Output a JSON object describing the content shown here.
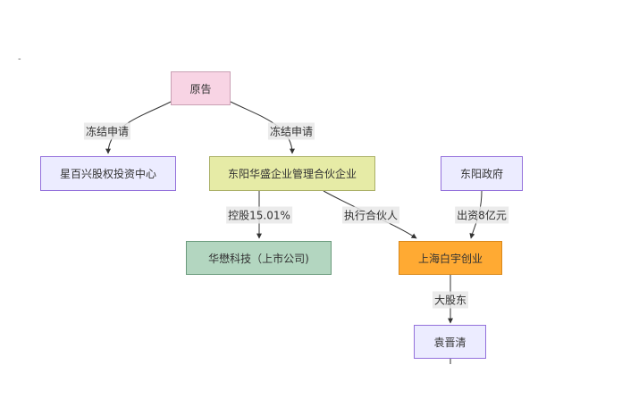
{
  "nodes": {
    "plaintiff": {
      "label": "原告",
      "fill": "#f8d4e4",
      "stroke": "#c9a0b4"
    },
    "xingbaixing": {
      "label": "星百兴股权投资中心",
      "fill": "#ececff",
      "stroke": "#9370db"
    },
    "dongyang_huasheng": {
      "label": "东阳华盛企业管理合伙企业",
      "fill": "#e6eba6",
      "stroke": "#aab066"
    },
    "dongyang_gov": {
      "label": "东阳政府",
      "fill": "#ececff",
      "stroke": "#9370db"
    },
    "huamao": {
      "label": "华懋科技（上市公司)",
      "fill": "#b3d6c0",
      "stroke": "#6a9a7c"
    },
    "shanghai_baiyu": {
      "label": "上海白宇创业",
      "fill": "#ffaa33",
      "stroke": "#d9881a"
    },
    "yuan_jinqing": {
      "label": "袁晋清",
      "fill": "#ececff",
      "stroke": "#9370db"
    }
  },
  "edges": {
    "e1": {
      "label": "冻结申请"
    },
    "e2": {
      "label": "冻结申请"
    },
    "e3": {
      "label": "控股15.01%"
    },
    "e4": {
      "label": "执行合伙人"
    },
    "e5": {
      "label": "出资8亿元"
    },
    "e6": {
      "label": "大股东"
    }
  },
  "stray_mark": "-"
}
